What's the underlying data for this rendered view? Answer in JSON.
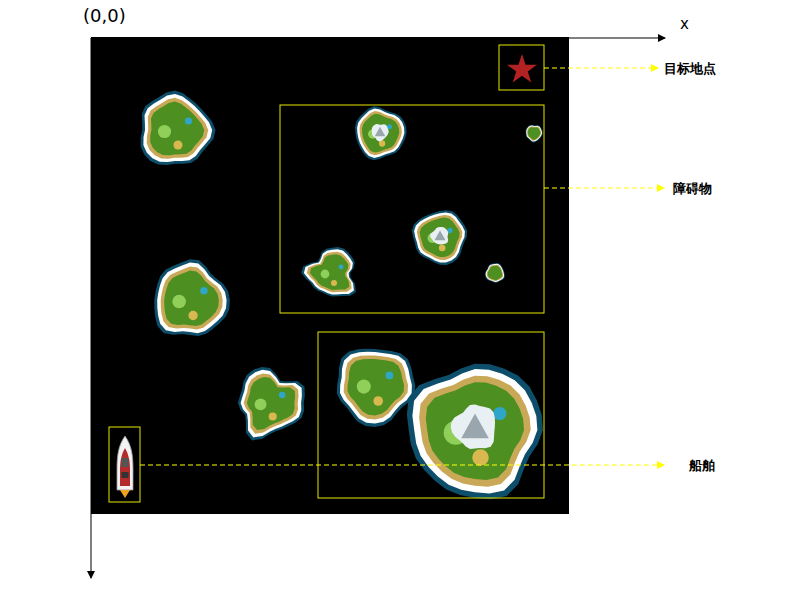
{
  "diagram": {
    "labels": [
      "(0,0)",
      "x",
      "目标地点",
      "障碍物",
      "船舶"
    ]
  }
}
